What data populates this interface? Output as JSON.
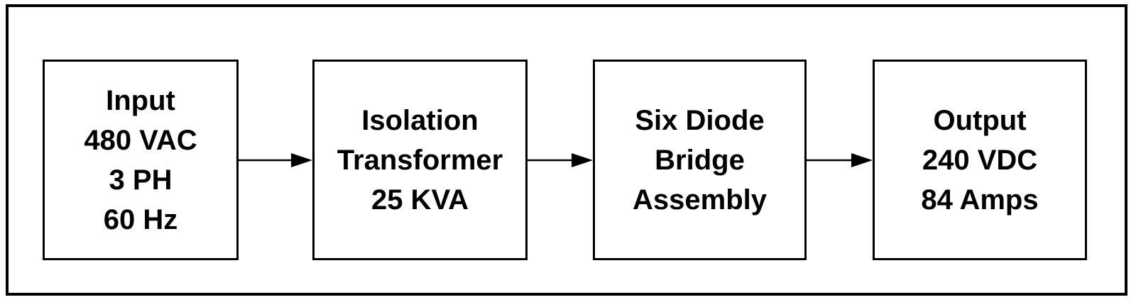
{
  "diagram": {
    "blocks": [
      {
        "id": "input",
        "lines": [
          "Input",
          "480 VAC",
          "3 PH",
          "60 Hz"
        ]
      },
      {
        "id": "xfmr",
        "lines": [
          "Isolation",
          "Transformer",
          "25 KVA"
        ]
      },
      {
        "id": "bridge",
        "lines": [
          "Six Diode",
          "Bridge",
          "Assembly"
        ]
      },
      {
        "id": "output",
        "lines": [
          "Output",
          "240 VDC",
          "84 Amps"
        ]
      }
    ],
    "connections": [
      {
        "from": "input",
        "to": "xfmr"
      },
      {
        "from": "xfmr",
        "to": "bridge"
      },
      {
        "from": "bridge",
        "to": "output"
      }
    ],
    "colors": {
      "stroke": "#000000",
      "background": "#ffffff"
    }
  }
}
